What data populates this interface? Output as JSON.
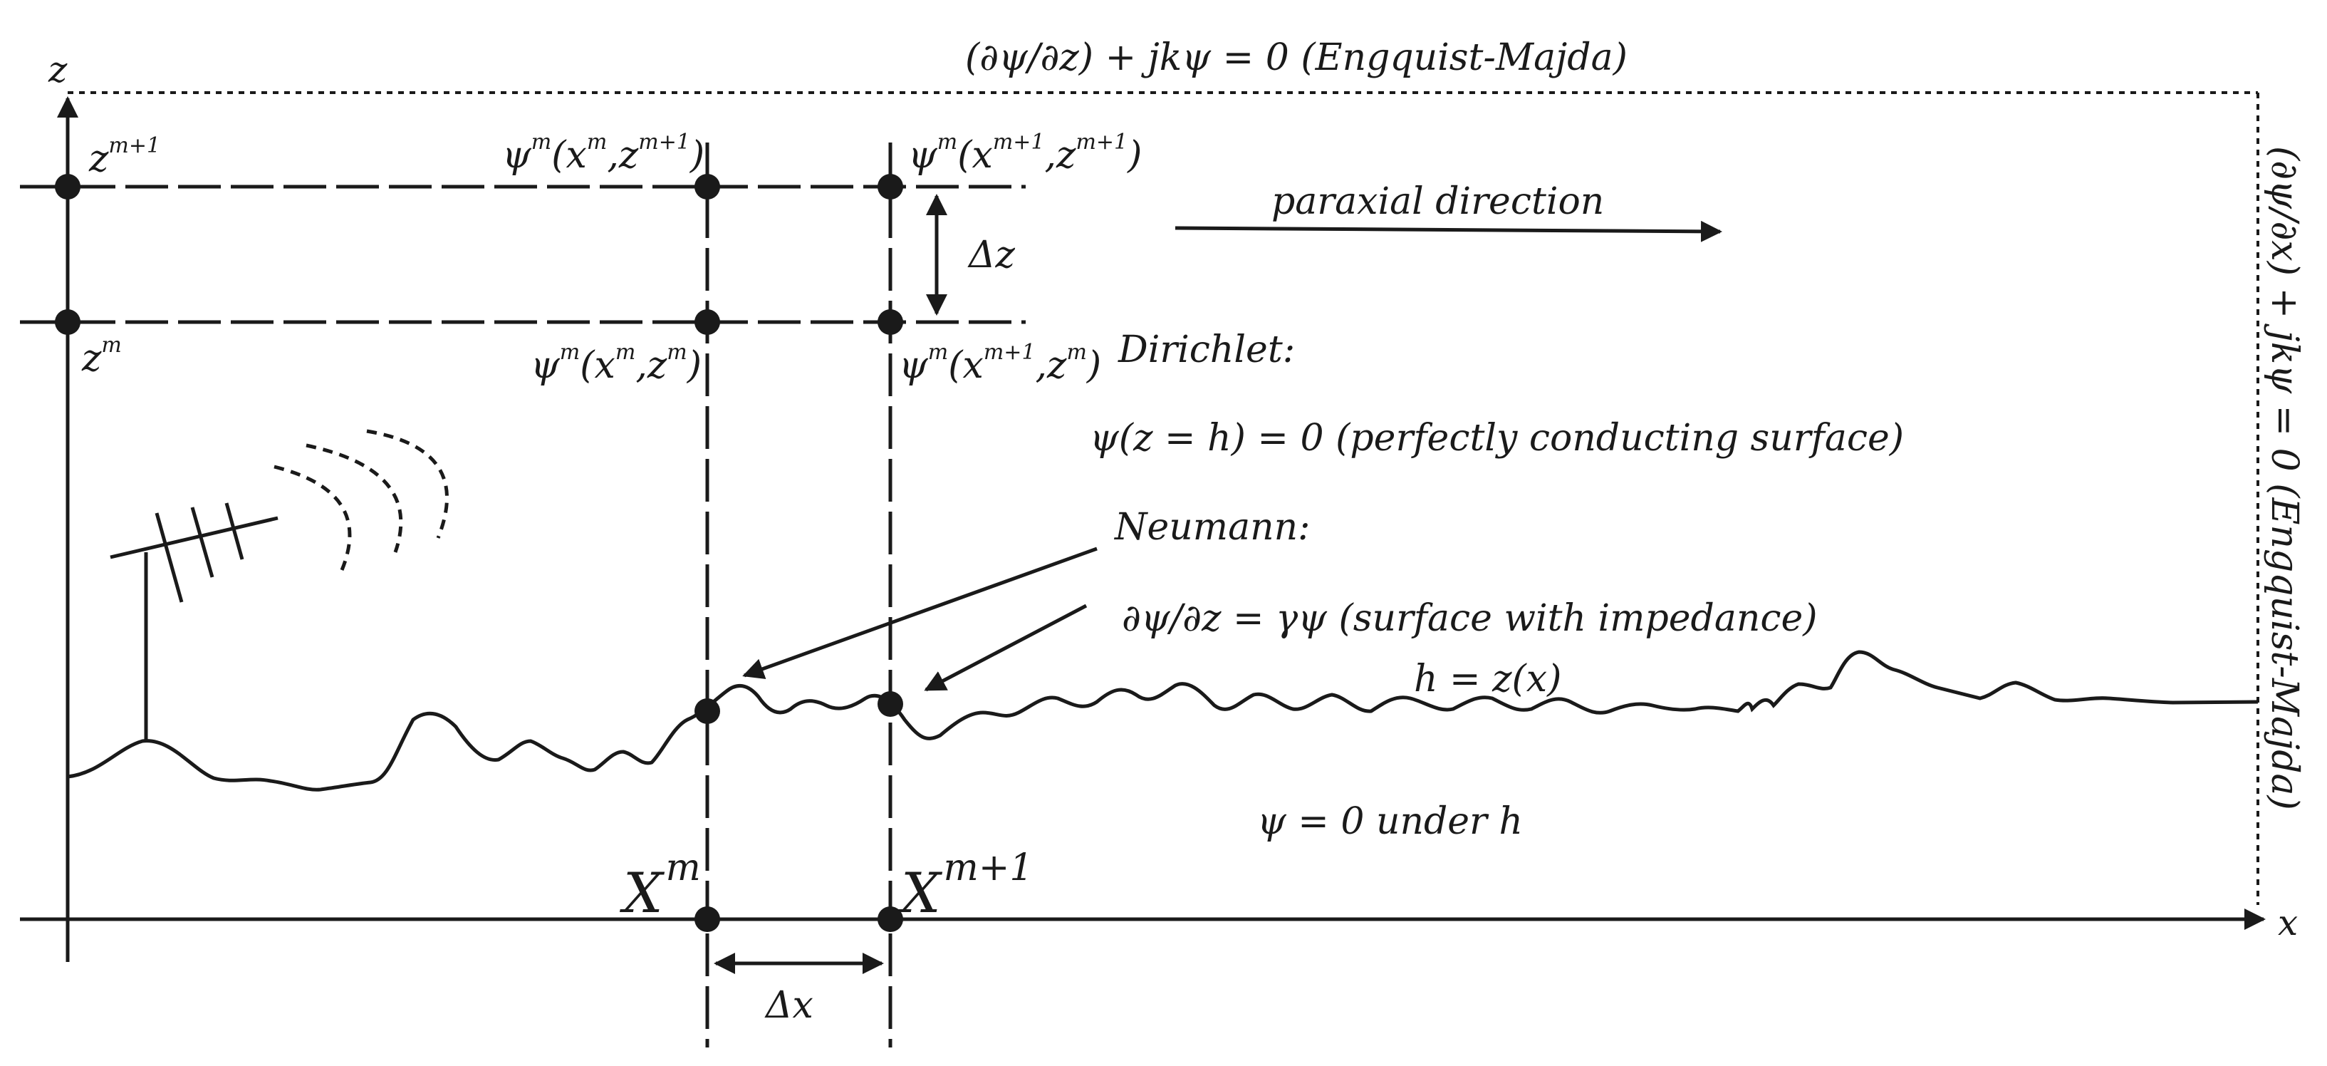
{
  "labels": {
    "top_bc": "(∂ψ/∂z) + jkψ = 0 (Engquist-Majda)",
    "right_bc": "(∂ψ/∂x) + jkψ = 0 (Engquist-Majda)",
    "axis_z": "z",
    "axis_x": "x",
    "z_m1": "z",
    "z_m1_sup": "m+1",
    "z_m": "z",
    "z_m_sup": "m",
    "psi_a_base": "ψ",
    "psi_a_sup1": "m",
    "psi_a_mid": "(x",
    "psi_a_sup2": "m",
    "psi_a_comma": ",z",
    "psi_a_sup3": "m+1",
    "psi_a_close": ")",
    "psi_b_base": "ψ",
    "psi_b_sup1": "m",
    "psi_b_mid": "(x",
    "psi_b_sup2": "m+1",
    "psi_b_comma": ",z",
    "psi_b_sup3": "m+1",
    "psi_b_close": ")",
    "psi_c_base": "ψ",
    "psi_c_sup1": "m",
    "psi_c_mid": "(x",
    "psi_c_sup2": "m",
    "psi_c_comma": ",z",
    "psi_c_sup3": "m",
    "psi_c_close": ")",
    "psi_d_base": "ψ",
    "psi_d_sup1": "m",
    "psi_d_mid": "(x",
    "psi_d_sup2": "m+1",
    "psi_d_comma": ",z",
    "psi_d_sup3": "m",
    "psi_d_close": ")",
    "delta_z": "Δz",
    "delta_x": "Δx",
    "paraxial": "paraxial direction",
    "dirichlet": "Dirichlet:",
    "dirichlet_eq": "ψ(z = h) = 0 (perfectly conducting surface)",
    "neumann": "Neumann:",
    "neumann_eq": "∂ψ/∂z = γψ (surface with impedance)",
    "h_eq": "h = z(x)",
    "under_h": "ψ = 0 under h",
    "x_m": "X",
    "x_m_sup": "m",
    "x_m1": "X",
    "x_m1_sup": "m+1"
  }
}
